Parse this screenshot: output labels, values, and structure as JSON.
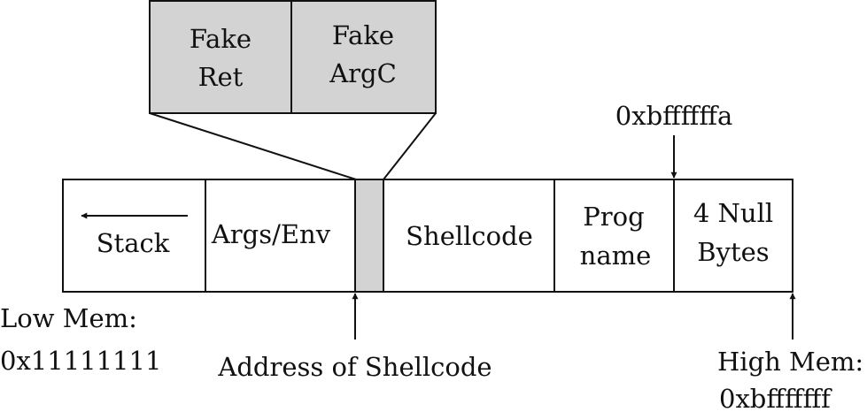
{
  "title": "",
  "colors": {
    "ink": "#111111",
    "highlight_fill": "#d3d3d3",
    "background": "#ffffff"
  },
  "callout": {
    "fake_ret": {
      "line1": "Fake",
      "line2": "Ret"
    },
    "fake_argc": {
      "line1": "Fake",
      "line2": "ArgC"
    }
  },
  "memory_row": {
    "stack": {
      "label": "Stack",
      "arrow_direction": "left"
    },
    "args_env": {
      "label": "Args/Env"
    },
    "shellcode": {
      "label": "Shellcode"
    },
    "prog_name": {
      "line1": "Prog",
      "line2": "name"
    },
    "null_bytes": {
      "line1": "4 Null",
      "line2": "Bytes"
    }
  },
  "annotations": {
    "top_address": "0xbffffffa",
    "low_mem": {
      "line1": "Low Mem:",
      "line2": "0x11111111"
    },
    "address_of_shellcode": "Address of Shellcode",
    "high_mem": {
      "line1": "High Mem:",
      "line2": "0xbfffffff"
    }
  }
}
